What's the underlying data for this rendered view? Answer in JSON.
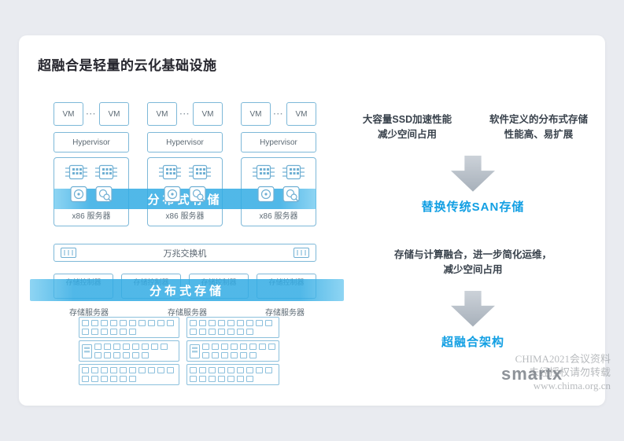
{
  "page": {
    "title": "超融合是轻量的云化基础设施"
  },
  "cluster": {
    "nodes": [
      {
        "vm1": "VM",
        "dots": "···",
        "vm2": "VM",
        "hypervisor": "Hypervisor",
        "label": "x86 服务器"
      },
      {
        "vm1": "VM",
        "dots": "···",
        "vm2": "VM",
        "hypervisor": "Hypervisor",
        "label": "x86 服务器"
      },
      {
        "vm1": "VM",
        "dots": "···",
        "vm2": "VM",
        "hypervisor": "Hypervisor",
        "label": "x86 服务器"
      }
    ],
    "banner_top": "分布式存储",
    "switch_label": "万兆交换机",
    "controllers": [
      "存储控制器",
      "存储控制器",
      "存储控制器",
      "存储控制器"
    ],
    "banner_bottom": "分布式存储",
    "storage_server_labels": [
      "存储服务器",
      "存储服务器",
      "存储服务器"
    ]
  },
  "right": {
    "point1": {
      "line1": "大容量SSD加速性能",
      "line2": "减少空间占用"
    },
    "point2": {
      "line1": "软件定义的分布式存储",
      "line2": "性能高、易扩展"
    },
    "result1": "替换传统SAN存储",
    "point3": {
      "line1": "存储与计算融合，进一步简化运维，",
      "line2": "减少空间占用"
    },
    "result2": "超融合架构"
  },
  "watermark": {
    "line1": "CHIMA2021会议资料",
    "line2": "未经授权请勿转载",
    "line3": "www.chima.org.cn",
    "logo": "smartx"
  },
  "icons": {
    "cpu_chip": "cpu-chip-icon",
    "disk": "disk-icon",
    "disk_search": "disk-search-icon",
    "switch_port": "switch-port-icon",
    "disk_shelf_unit": "disk-shelf-icon",
    "down_arrow": "down-arrow-icon"
  },
  "colors": {
    "accent_blue": "#129fe3",
    "banner_blue": "rgba(52,172,228,0.86)",
    "line_blue": "#7db8d8",
    "arrow_gray": "#a7b0ba",
    "background": "#e9ebf0"
  }
}
